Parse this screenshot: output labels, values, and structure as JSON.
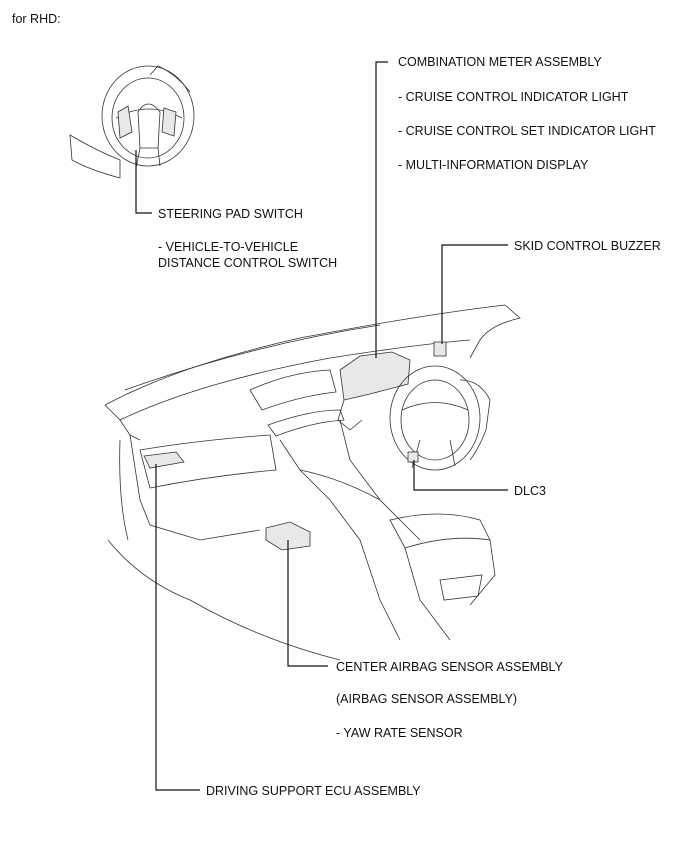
{
  "header": {
    "caption": "for RHD:"
  },
  "labels": {
    "combination_meter": "COMBINATION METER ASSEMBLY",
    "cruise_indicator": "- CRUISE CONTROL INDICATOR LIGHT",
    "cruise_set_indicator": "- CRUISE CONTROL SET INDICATOR LIGHT",
    "multi_info_display": "- MULTI-INFORMATION DISPLAY",
    "steering_pad_switch": "STEERING PAD SWITCH",
    "vehicle_distance_switch_1": "- VEHICLE-TO-VEHICLE",
    "vehicle_distance_switch_2": "DISTANCE CONTROL SWITCH",
    "skid_buzzer": "SKID CONTROL BUZZER",
    "dlc3": "DLC3",
    "center_airbag": "CENTER AIRBAG SENSOR ASSEMBLY",
    "airbag_sensor": "(AIRBAG SENSOR ASSEMBLY)",
    "yaw_rate": "- YAW RATE SENSOR",
    "driving_support_ecu": "DRIVING SUPPORT ECU ASSEMBLY"
  }
}
